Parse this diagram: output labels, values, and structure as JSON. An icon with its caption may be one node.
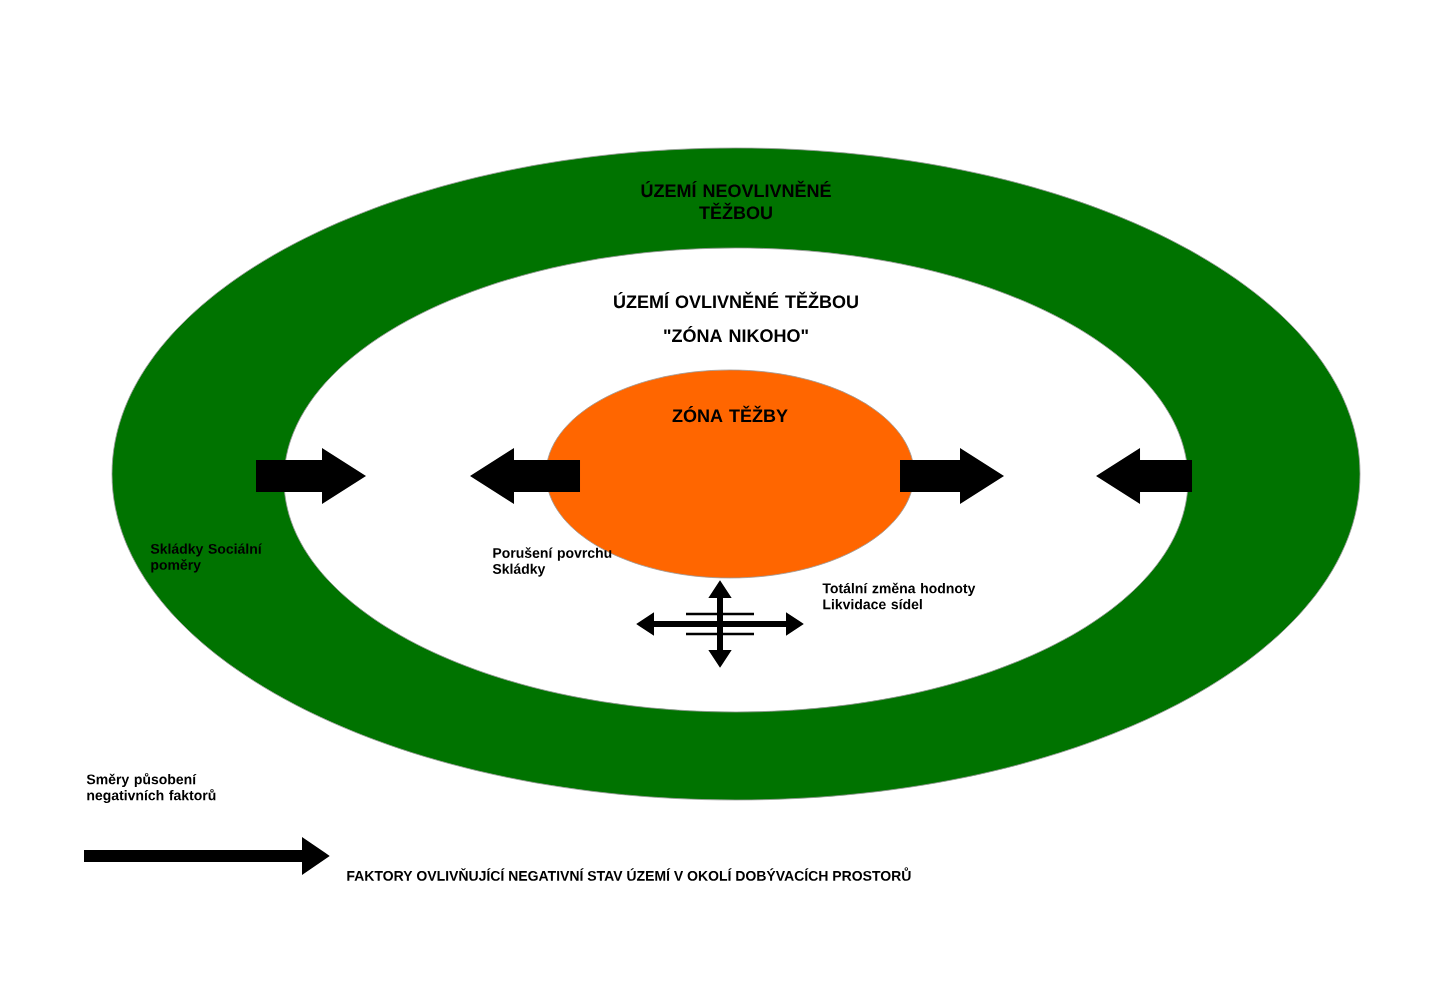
{
  "diagram": {
    "caption": "FAKTORY OVLIVŇUJÍCÍ NEGATIVNÍ STAV ÚZEMÍ V OKOLÍ DOBÝVACÍCH PROSTORŮ",
    "nodes": [
      {
        "text": [
          "ÚZEMÍ NEOVLIVNĚNÉ TĚŽBOU"
        ]
      },
      {
        "text": [
          "ÚZEMÍ OVLIVNĚNÉ TĚŽBOU",
          "\"ZÓNA NIKOHO\""
        ],
        "in": 0
      },
      {
        "text": [
          "ZÓNA TĚŽBY"
        ],
        "in": 1
      }
    ],
    "edges": [],
    "labels": [
      "Skládky Sociální poměry",
      "Porušení povrchu Skládky",
      "Totální změna hodnoty Likvidace sídel"
    ],
    "legend": [
      {
        "text": "Směry působení negativních faktorů"
      }
    ]
  }
}
